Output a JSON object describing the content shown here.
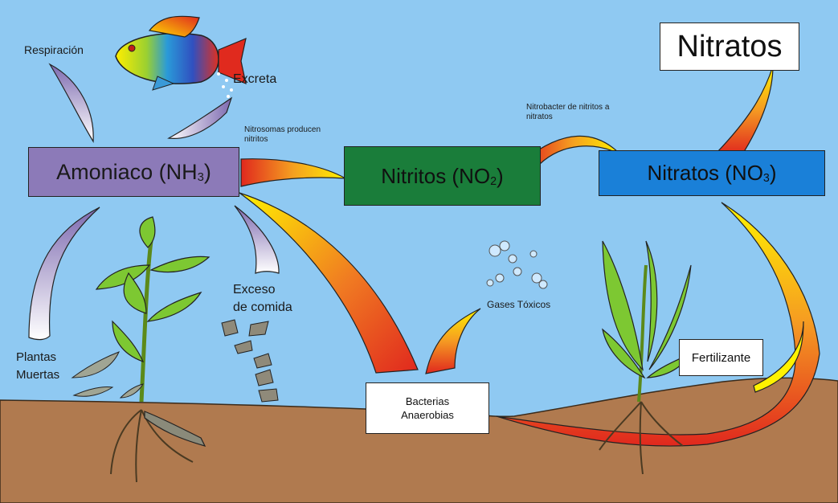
{
  "colors": {
    "water": "#8fc9f2",
    "soil": "#b07a4f",
    "ammonia": "#8c7ab8",
    "nitrite": "#1a7d3a",
    "nitrate": "#1a80d8",
    "arrow_hot": "#e0281e",
    "arrow_warm": "#ffe600",
    "arrow_cool": "#8a79b8"
  },
  "boxes": {
    "amoniaco": {
      "text": "Amoniaco (NH",
      "sub": "3",
      "close": ")"
    },
    "nitritos": {
      "text": "Nitritos (NO",
      "sub": "2",
      "close": ")"
    },
    "nitratos_compound": {
      "text": "Nitratos (NO",
      "sub": "3",
      "close": ")"
    },
    "nitratos_title": "Nitratos",
    "bacterias": "Bacterias Anaerobias",
    "fertilizante": "Fertilizante"
  },
  "labels": {
    "respiracion": "Respiración",
    "excreta": "Excreta",
    "nitrosomas": "Nitrosomas producen nitritos",
    "nitrobacter": "Nitrobacter de nitritos a nitratos",
    "exceso_1": "Exceso",
    "exceso_2": "de comida",
    "plantas_1": "Plantas",
    "plantas_2": "Muertas",
    "gases": "Gases Tóxicos"
  },
  "icons": [
    "fish-icon",
    "plant-icon",
    "bubbles-icon",
    "food-flakes-icon",
    "dead-leaves-icon"
  ]
}
